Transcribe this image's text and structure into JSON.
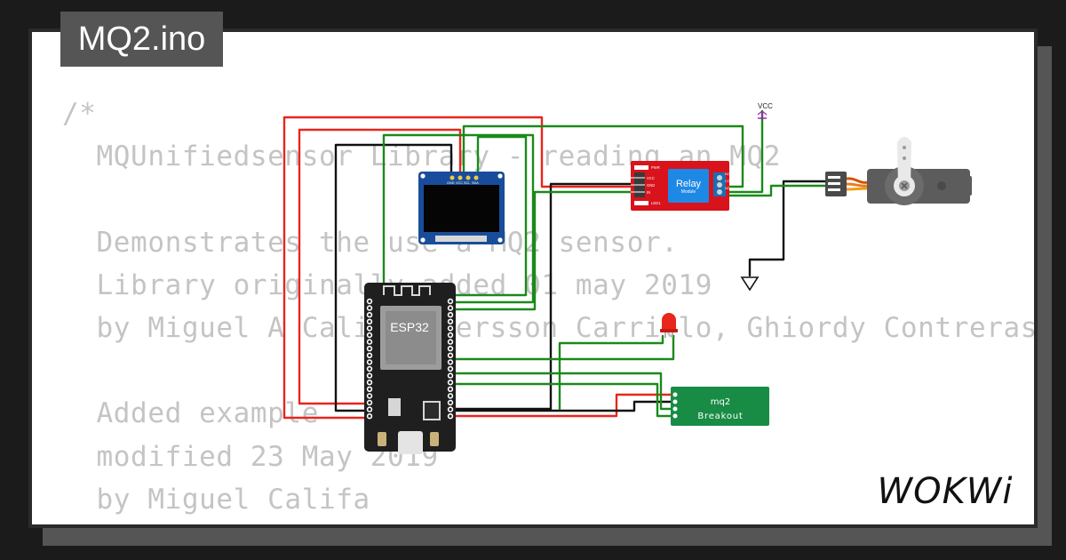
{
  "file_tab": {
    "title": "MQ2.ino"
  },
  "code_lines": [
    "/*",
    "  MQUnifiedsensor Library - reading an MQ2",
    "",
    "  Demonstrates the use a MQ2 sensor.",
    "  Library originally added 01 may 2019",
    "  by Miguel A Califa, Yersson Carrillo, Ghiordy Contreras, Mario Rodriguez",
    "",
    "  Added example",
    "  modified 23 May 2019",
    "  by Miguel Califa"
  ],
  "components": {
    "esp32": {
      "label": "ESP32"
    },
    "oled": {
      "pins": [
        "GND",
        "VCC",
        "SCL",
        "SDA"
      ]
    },
    "relay": {
      "label": "Relay",
      "sublabel": "Module",
      "pins": [
        "VCC",
        "GND",
        "IN"
      ],
      "led_labels": [
        "PWR",
        "LED1"
      ],
      "out_labels": [
        "NC",
        "COM",
        "NO"
      ]
    },
    "vcc": {
      "label": "VCC"
    },
    "mq2": {
      "label": "mq2",
      "sublabel": "Breakout"
    },
    "led": {
      "color": "#e8261c"
    },
    "servo": {
      "horn_color": "#e9e9e9"
    }
  },
  "brand": {
    "logo": "WOKWi"
  },
  "colors": {
    "wire_red": "#e8261c",
    "wire_green": "#1a8a1a",
    "wire_black": "#111111",
    "wire_purple": "#9b27b0",
    "relay_board": "#d8131c",
    "relay_cube": "#1e88e5",
    "mq2_board": "#188c45",
    "oled_board": "#184d9b",
    "esp32_board": "#1f1f1f"
  }
}
